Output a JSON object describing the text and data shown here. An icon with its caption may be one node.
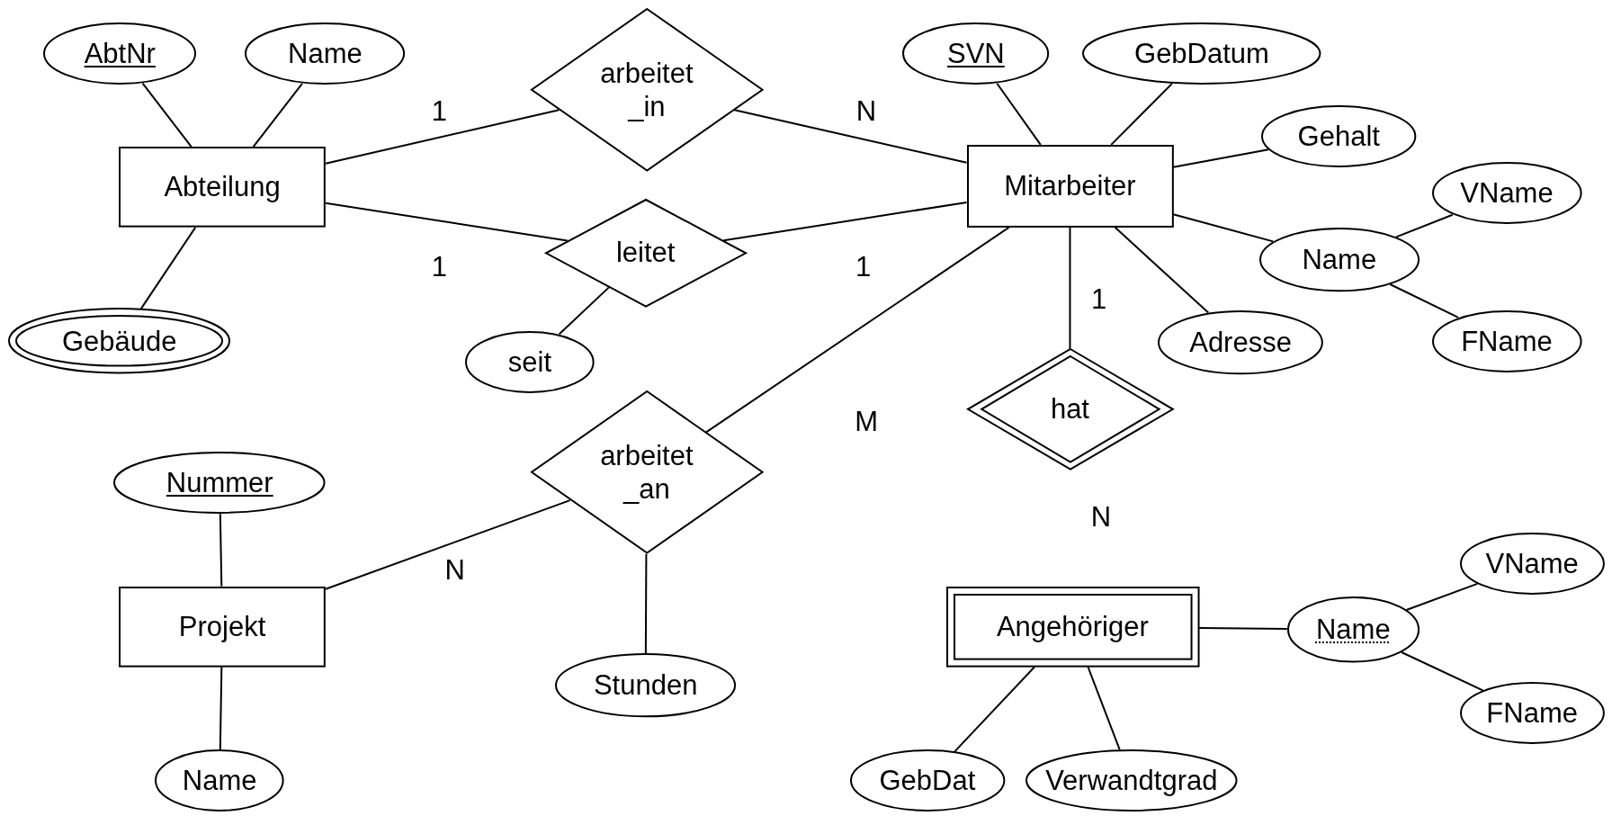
{
  "diagram": {
    "nodes": [
      {
        "text": [
          "AbtNr"
        ]
      },
      {
        "text": [
          "Name"
        ]
      },
      {
        "text": [
          "arbeitet _in"
        ]
      },
      {
        "text": [
          "Abteilung"
        ]
      },
      {
        "text": [
          "Mitarbeiter"
        ]
      },
      {
        "text": [
          "SVN"
        ]
      },
      {
        "text": [
          "GebDatum"
        ]
      },
      {
        "text": [
          "Gehalt"
        ]
      },
      {
        "text": [
          "VName"
        ]
      },
      {
        "text": [
          "Name"
        ]
      },
      {
        "text": [
          "FName"
        ]
      },
      {
        "text": [
          "Gebäude"
        ]
      },
      {
        "text": [
          "leitet"
        ]
      },
      {
        "text": [
          "seit"
        ]
      },
      {
        "text": [
          "Adresse"
        ]
      },
      {
        "text": [
          "hat"
        ]
      },
      {
        "text": [
          "arbeitet _an"
        ]
      },
      {
        "text": [
          "Nummer"
        ]
      },
      {
        "text": [
          "Projekt"
        ]
      },
      {
        "text": [
          "Stunden"
        ]
      },
      {
        "text": [
          "Name"
        ]
      },
      {
        "text": [
          "VName"
        ]
      },
      {
        "text": [
          "Angehöriger"
        ]
      },
      {
        "text": [
          "Name"
        ]
      },
      {
        "text": [
          "FName"
        ]
      },
      {
        "text": [
          "GebDat"
        ]
      },
      {
        "text": [
          "Verwandtgrad"
        ]
      }
    ],
    "edges": [
      {
        "from": 0,
        "to": 3,
        "arrow": "none"
      },
      {
        "from": 1,
        "to": 3,
        "arrow": "none"
      },
      {
        "from": 3,
        "to": 2,
        "arrow": "none",
        "label": "1"
      },
      {
        "from": 2,
        "to": 4,
        "arrow": "none",
        "label": "N"
      },
      {
        "from": 5,
        "to": 4,
        "arrow": "none"
      },
      {
        "from": 6,
        "to": 4,
        "arrow": "none"
      },
      {
        "from": 7,
        "to": 4,
        "arrow": "none"
      },
      {
        "from": 9,
        "to": 4,
        "arrow": "none"
      },
      {
        "from": 8,
        "to": 9,
        "arrow": "none"
      },
      {
        "from": 10,
        "to": 9,
        "arrow": "none"
      },
      {
        "from": 11,
        "to": 3,
        "arrow": "none"
      },
      {
        "from": 3,
        "to": 12,
        "arrow": "none",
        "label": "1"
      },
      {
        "from": 12,
        "to": 4,
        "arrow": "none",
        "label": "1"
      },
      {
        "from": 13,
        "to": 12,
        "arrow": "none"
      },
      {
        "from": 14,
        "to": 4,
        "arrow": "none"
      },
      {
        "from": 4,
        "to": 15,
        "arrow": "none",
        "label": "1"
      },
      {
        "from": 4,
        "to": 16,
        "arrow": "none",
        "label": "M"
      },
      {
        "from": 16,
        "to": 18,
        "arrow": "none",
        "label": "N"
      },
      {
        "from": 19,
        "to": 16,
        "arrow": "none"
      },
      {
        "from": 17,
        "to": 18,
        "arrow": "none"
      },
      {
        "from": 20,
        "to": 18,
        "arrow": "none"
      },
      {
        "from": 23,
        "to": 22,
        "arrow": "none"
      },
      {
        "from": 21,
        "to": 23,
        "arrow": "none"
      },
      {
        "from": 24,
        "to": 23,
        "arrow": "none"
      },
      {
        "from": 25,
        "to": 22,
        "arrow": "none"
      },
      {
        "from": 26,
        "to": 22,
        "arrow": "none"
      }
    ],
    "labels": [
      "N"
    ]
  }
}
